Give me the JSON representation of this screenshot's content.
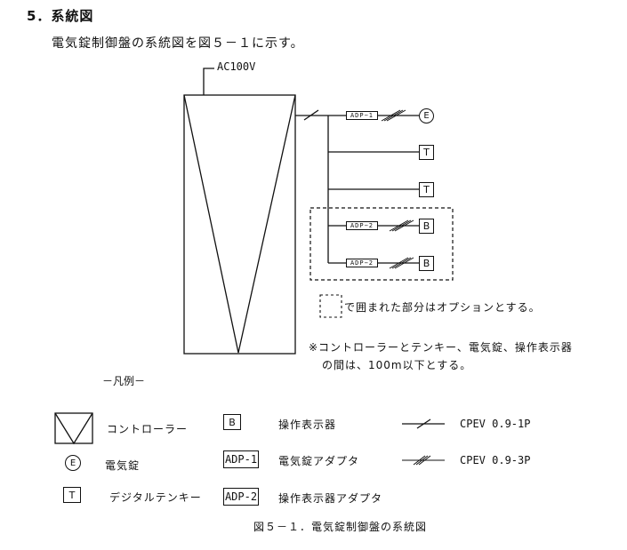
{
  "section": {
    "heading": "5．系統図",
    "intro": "電気錠制御盤の系統図を図５－１に示す。"
  },
  "diagram": {
    "power_label": "AC100V",
    "branches": [
      {
        "adapter": "ADP−1",
        "cable": "CPEV 0.9-3P",
        "device": "E",
        "device_type": "electric-lock"
      },
      {
        "adapter": null,
        "cable": "CPEV 0.9-1P",
        "device": "T",
        "device_type": "digital-keypad"
      },
      {
        "adapter": null,
        "cable": "CPEV 0.9-1P",
        "device": "T",
        "device_type": "digital-keypad"
      },
      {
        "adapter": "ADP−2",
        "cable": "CPEV 0.9-3P",
        "device": "B",
        "device_type": "operation-display",
        "optional": true
      },
      {
        "adapter": "ADP−2",
        "cable": "CPEV 0.9-3P",
        "device": "B",
        "device_type": "operation-display",
        "optional": true
      }
    ],
    "option_note": "で囲まれた部分はオプションとする。",
    "distance_note_line1": "※コントローラーとテンキー、電気錠、操作表示器",
    "distance_note_line2": "の間は、100m以下とする。"
  },
  "legend": {
    "title": "－凡例－",
    "items": [
      {
        "symbol": "controller",
        "label": "コントローラー"
      },
      {
        "symbol": "E",
        "label": "電気錠"
      },
      {
        "symbol": "T",
        "label": "デジタルテンキー"
      },
      {
        "symbol": "B",
        "label": "操作表示器"
      },
      {
        "symbol": "ADP-1",
        "label": "電気錠アダプタ"
      },
      {
        "symbol": "ADP-2",
        "label": "操作表示器アダプタ"
      },
      {
        "symbol": "single-slash-line",
        "label": "CPEV 0.9-1P"
      },
      {
        "symbol": "triple-slash-line",
        "label": "CPEV 0.9-3P"
      }
    ]
  },
  "caption": "図５－１．電気錠制御盤の系統図"
}
